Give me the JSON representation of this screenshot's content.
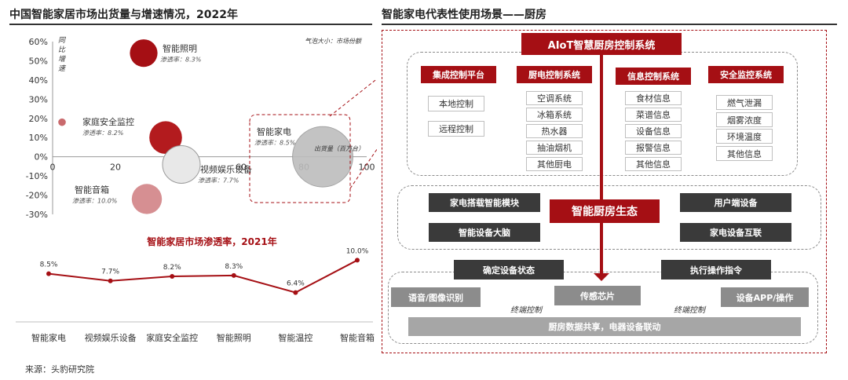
{
  "left": {
    "title": "中国智能家居市场出货量与增速情况，2022年",
    "bubble_legend": "气泡大小：市场份额",
    "ylabel": "同比增速",
    "xlabel": "出货量（百万台）"
  },
  "right": {
    "title": "智能家电代表性使用场景——厨房",
    "top_system": "AIoT智慧厨房控制系统",
    "groups": [
      {
        "header": "集成控制平台",
        "items": [
          "本地控制",
          "远程控制"
        ]
      },
      {
        "header": "厨电控制系统",
        "items": [
          "空调系统",
          "冰箱系统",
          "热水器",
          "抽油烟机",
          "其他厨电"
        ]
      },
      {
        "header": "信息控制系统",
        "items": [
          "食材信息",
          "菜谱信息",
          "设备信息",
          "报警信息",
          "其他信息"
        ]
      },
      {
        "header": "安全监控系统",
        "items": [
          "燃气泄漏",
          "烟雾浓度",
          "环境温度",
          "其他信息"
        ]
      }
    ],
    "ecosystem": {
      "center": "智能厨房生态",
      "left_top": "家电搭载智能模块",
      "left_bottom": "智能设备大脑",
      "right_top": "用户端设备",
      "right_bottom": "家电设备互联"
    },
    "bottom": {
      "confirm": "确定设备状态",
      "execute": "执行操作指令",
      "voice": "语音/图像识别",
      "sensor": "传感芯片",
      "app": "设备APP/操作",
      "terminal_left": "终端控制",
      "terminal_right": "终端控制",
      "share": "厨房数据共享，电器设备联动"
    }
  },
  "source": "来源：头豹研究院",
  "colors": {
    "accent": "#a50f14",
    "line": "#a50f14",
    "dark": "#3a3a3a"
  },
  "chart_data": [
    {
      "type": "scatter",
      "title": "中国智能家居市场出货量与增速情况，2022年",
      "xlabel": "出货量（百万台）",
      "ylabel": "同比增速",
      "xlim": [
        0,
        100
      ],
      "ylim": [
        -30,
        60
      ],
      "x_ticks": [
        "0",
        "20",
        "40",
        "60",
        "80",
        "100"
      ],
      "y_ticks": [
        "60%",
        "50%",
        "40%",
        "30%",
        "20%",
        "10%",
        "0%",
        "-10%",
        "-20%",
        "-30%"
      ],
      "points": [
        {
          "name": "智能照明",
          "x": 29,
          "y": 54,
          "size": 5.5,
          "rate_label": "渗透率：8.3%"
        },
        {
          "name": "家庭安全监控",
          "x": 36,
          "y": 10,
          "size": 6.5,
          "rate_label": "渗透率：8.2%"
        },
        {
          "name": "视频娱乐设备",
          "x": 41,
          "y": -4,
          "size": 7.5,
          "rate_label": "渗透率：7.7%"
        },
        {
          "name": "智能音箱",
          "x": 30,
          "y": -22,
          "size": 6.0,
          "rate_label": "渗透率：10.0%"
        },
        {
          "name": "智能家电",
          "x": 86,
          "y": 0,
          "size": 12.0,
          "rate_label": "渗透率：8.5%"
        },
        {
          "name": "",
          "x": 3,
          "y": 18,
          "size": 1.5,
          "rate_label": ""
        }
      ],
      "annotation": "智能家电"
    },
    {
      "type": "line",
      "title": "智能家居市场渗透率，2021年",
      "categories": [
        "智能家电",
        "视频娱乐设备",
        "家庭安全监控",
        "智能照明",
        "智能温控",
        "智能音箱"
      ],
      "values": [
        8.5,
        7.7,
        8.2,
        8.3,
        6.4,
        10.0
      ],
      "data_labels": [
        "8.5%",
        "7.7%",
        "8.2%",
        "8.3%",
        "6.4%",
        "10.0%"
      ],
      "ylim": [
        4,
        11
      ]
    }
  ]
}
